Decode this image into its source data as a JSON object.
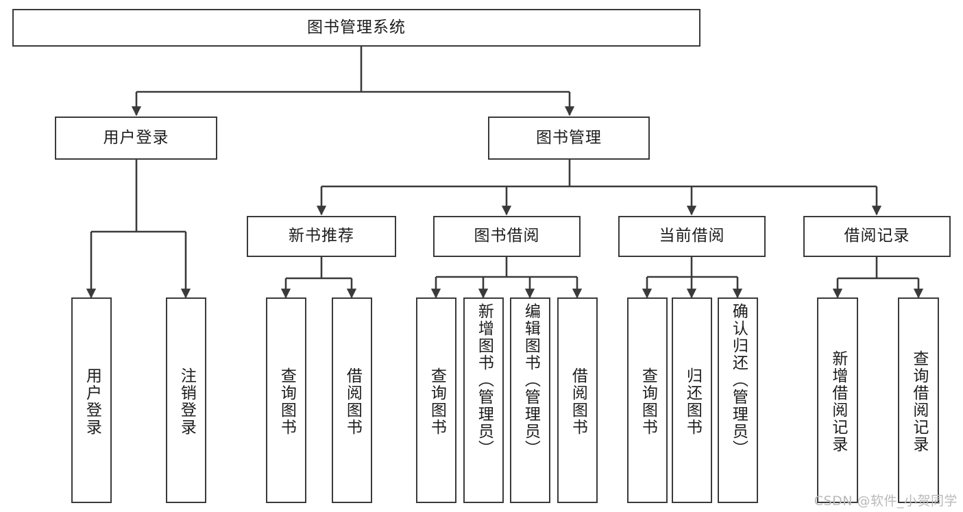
{
  "diagram": {
    "title": "图书管理系统",
    "watermark": "CSDN @软件_小贺同学",
    "line_color": "#3a3a3a",
    "box_fill": "#ffffff",
    "text_color": "#1c1c1c",
    "watermark_color": "#b9b9b9"
  },
  "nodes": {
    "root": {
      "label": "图书管理系统"
    },
    "level1": [
      {
        "label": "用户登录"
      },
      {
        "label": "图书管理"
      }
    ],
    "level2": [
      {
        "label": "新书推荐"
      },
      {
        "label": "图书借阅"
      },
      {
        "label": "当前借阅"
      },
      {
        "label": "借阅记录"
      }
    ],
    "leaves": {
      "user_login": [
        {
          "label": "用户登录"
        },
        {
          "label": "注销登录"
        }
      ],
      "new_book_recommend": [
        {
          "label": "查询图书"
        },
        {
          "label": "借阅图书"
        }
      ],
      "book_borrow": [
        {
          "label": "查询图书"
        },
        {
          "label": "新增图书（管理员）"
        },
        {
          "label": "编辑图书（管理员）"
        },
        {
          "label": "借阅图书"
        }
      ],
      "current_borrow": [
        {
          "label": "查询图书"
        },
        {
          "label": "归还图书"
        },
        {
          "label": "确认归还（管理员）"
        }
      ],
      "borrow_record": [
        {
          "label": "新增借阅记录"
        },
        {
          "label": "查询借阅记录"
        }
      ]
    }
  }
}
